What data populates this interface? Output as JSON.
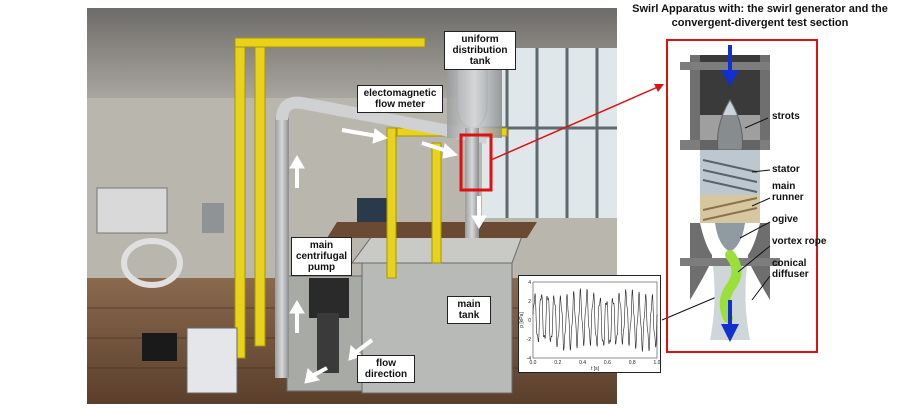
{
  "title": "Swirl Apparatus with: the swirl generator and the convergent-divergent test section",
  "labels": {
    "tank_top": "uniform distribution tank",
    "flow_meter": "electomagnetic flow meter",
    "pump": "main centrifugal pump",
    "main_tank": "main tank",
    "flow_direction": "flow direction"
  },
  "parts": {
    "strots": "strots",
    "stator": "stator",
    "runner": "main runner",
    "ogive": "ogive",
    "vortex": "vortex rope",
    "diffuser": "conical diffuser"
  },
  "colors": {
    "highlight": "#e01010",
    "flow_arrow": "#1030d0",
    "rope": "#9be03a"
  },
  "chart_data": {
    "type": "line",
    "xlabel": "t [s]",
    "ylabel": "p [kPa]",
    "xlim": [
      0,
      1
    ],
    "ylim": [
      -4,
      4
    ],
    "xticks": [
      "0.0",
      "0.2",
      "0.4",
      "0.6",
      "0.8",
      "1.0"
    ],
    "yticks": [
      "4",
      "2",
      "0",
      "-2",
      "-4"
    ],
    "frequency_hz": 19,
    "amplitude": 2.5
  }
}
